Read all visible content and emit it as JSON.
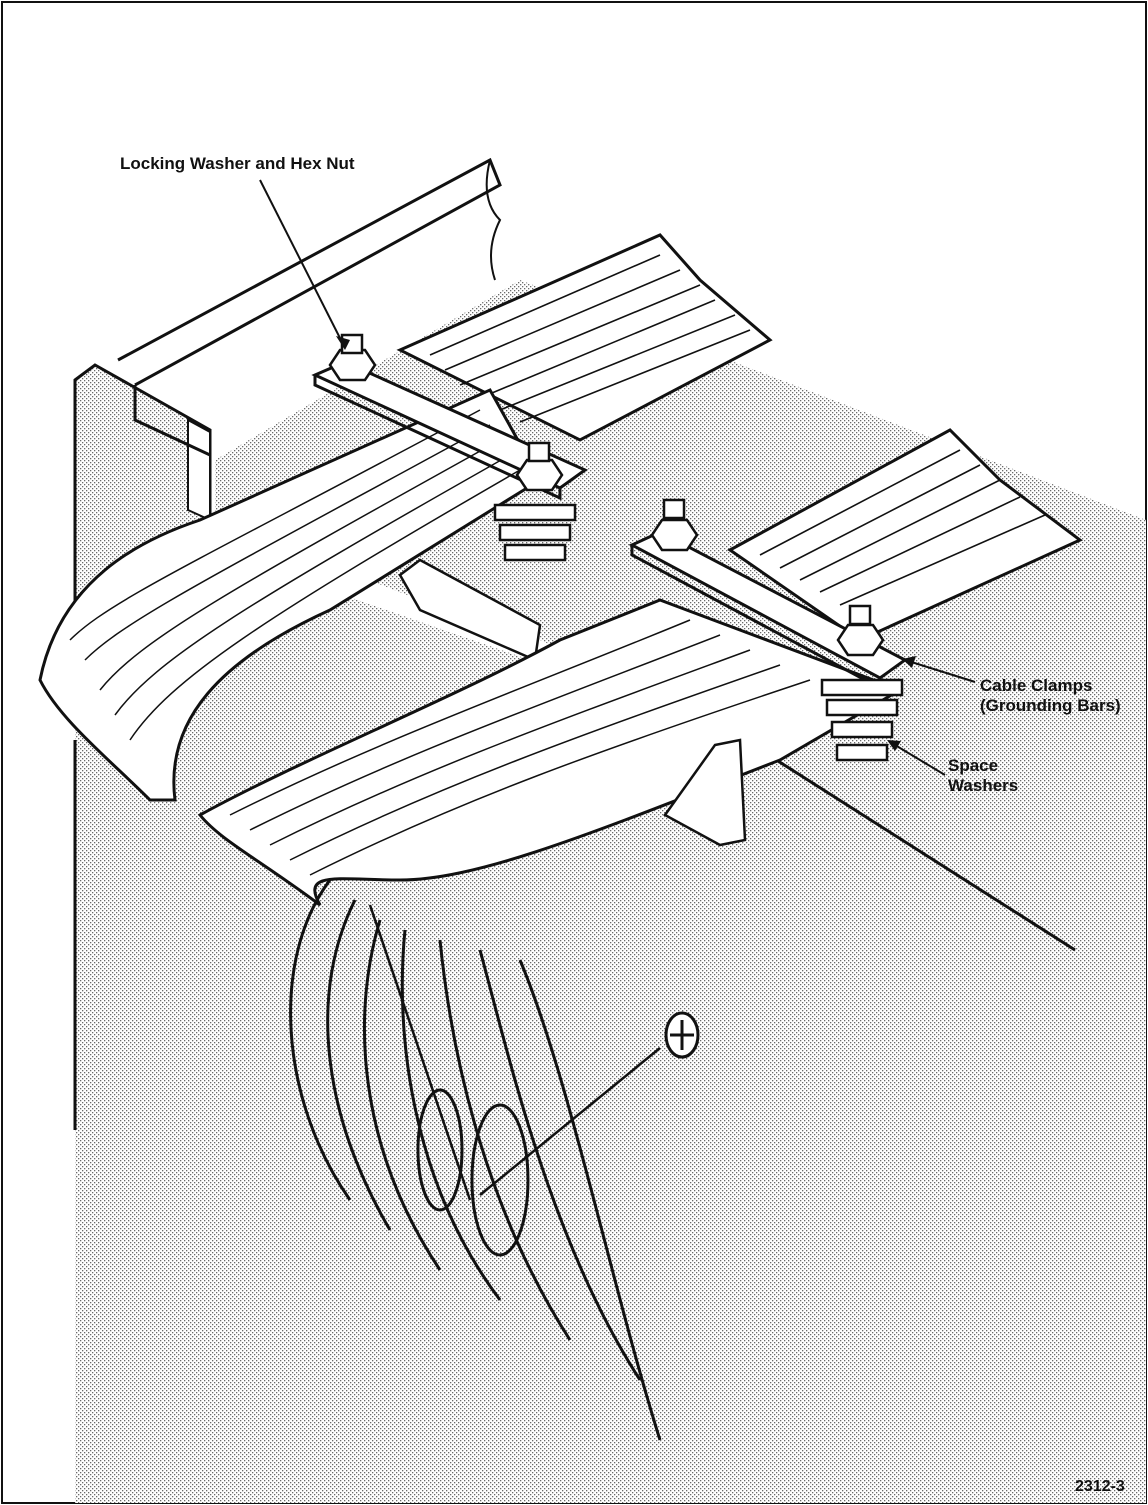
{
  "figure": {
    "callouts": {
      "locking_washer": "Locking Washer and Hex Nut",
      "cable_clamps_line1": "Cable Clamps",
      "cable_clamps_line2": "(Grounding Bars)",
      "space_washers_line1": "Space",
      "space_washers_line2": "Washers"
    },
    "figure_number": "2312-3"
  }
}
